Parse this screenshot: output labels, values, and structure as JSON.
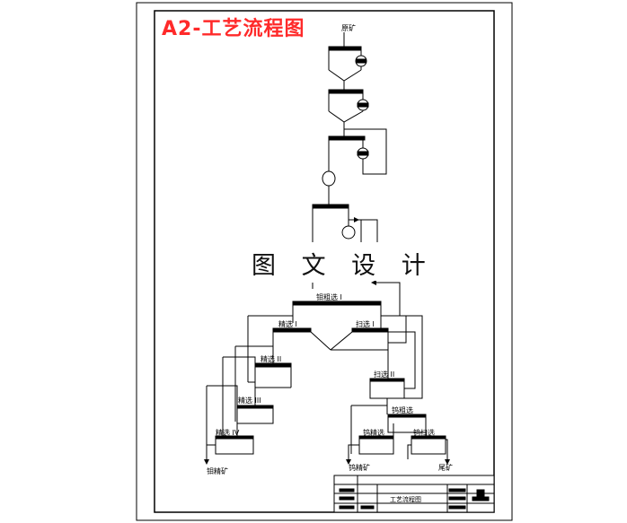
{
  "title": "A2-工艺流程图",
  "watermark": "图 文 设 计",
  "labels": {
    "feed": "原矿",
    "mo_rough": "钼粗选 I",
    "mo_clean1": "精选 I",
    "mo_scav1": "扫选 I",
    "mo_clean2": "精选 II",
    "mo_scav2": "扫选 II",
    "mo_clean3": "精选 III",
    "mo_clean4": "精选 IV",
    "w_rough": "钨粗选",
    "w_clean": "钨精选",
    "w_scav": "钨扫选",
    "mo_conc": "钼精矿",
    "w_conc": "钨精矿",
    "tailings": "尾矿"
  },
  "title_block": {
    "drawing_name": "工艺流程图"
  }
}
